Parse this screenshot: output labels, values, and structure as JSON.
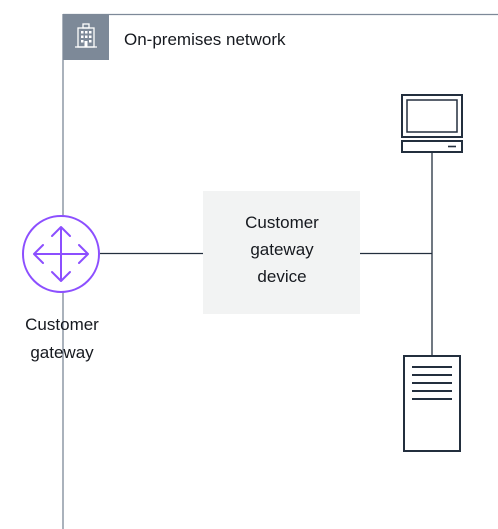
{
  "group": {
    "title": "On-premises network",
    "icon": "corporate-building-icon",
    "border_color": "#7d8998",
    "header_color": "#7d8998"
  },
  "customer_gateway": {
    "label_line1": "Customer",
    "label_line2": "gateway",
    "icon": "router-icon",
    "color": "#8c4fff"
  },
  "gateway_device": {
    "line1": "Customer",
    "line2": "gateway",
    "line3": "device",
    "fill": "#f2f3f3"
  },
  "client_icon": "client-computer-icon",
  "server_icon": "server-icon"
}
